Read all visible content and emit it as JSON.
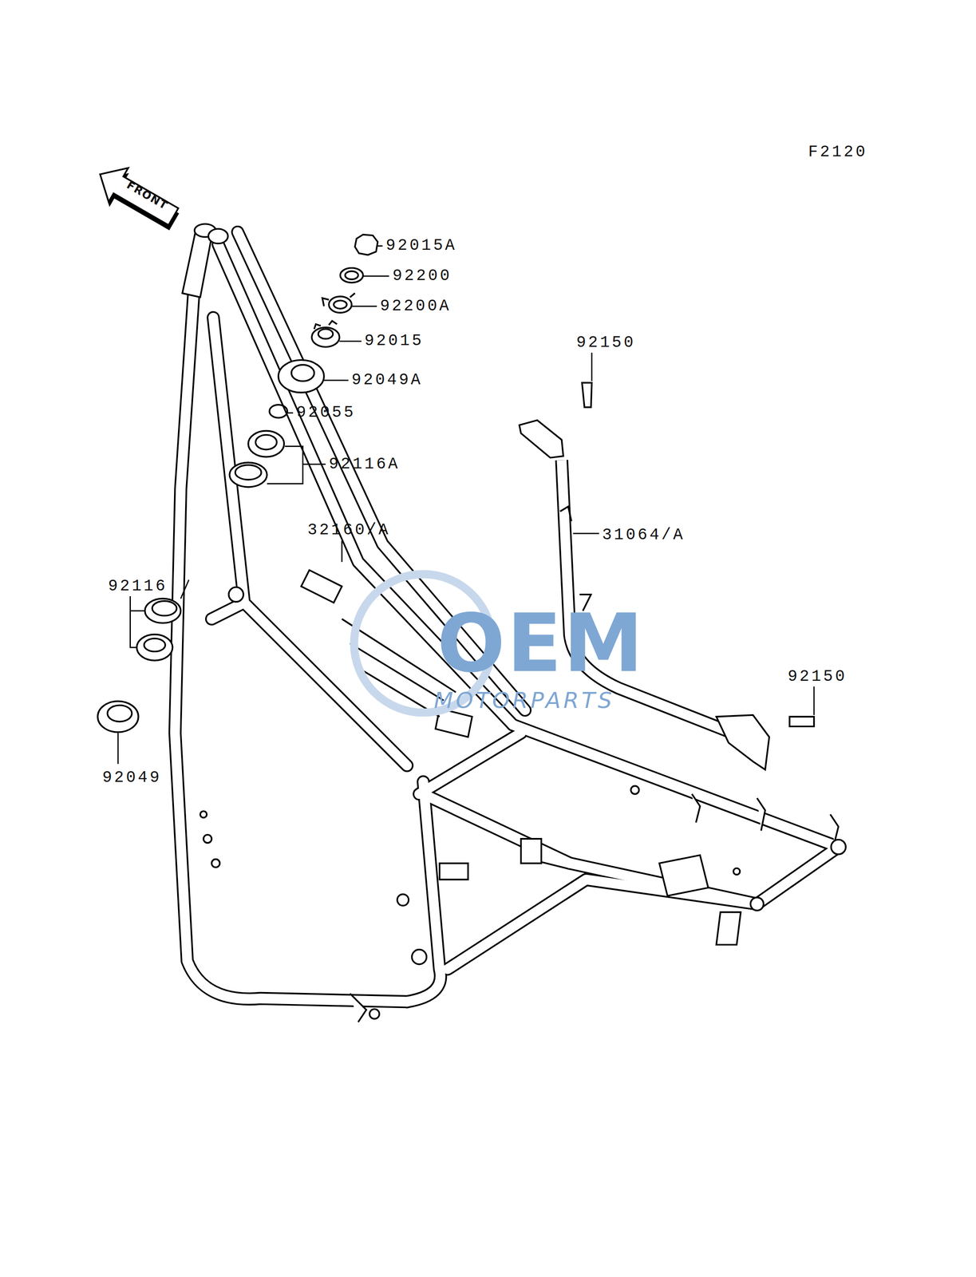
{
  "diagram": {
    "labels": [
      "F2120",
      "FRONT",
      "92015A",
      "92200",
      "92200A",
      "92015",
      "92049A",
      "92055",
      "92116A",
      "92150",
      "32160/A",
      "31064/A",
      "92116",
      "92150",
      "92049",
      "OEM",
      "MOTORPARTS"
    ]
  }
}
